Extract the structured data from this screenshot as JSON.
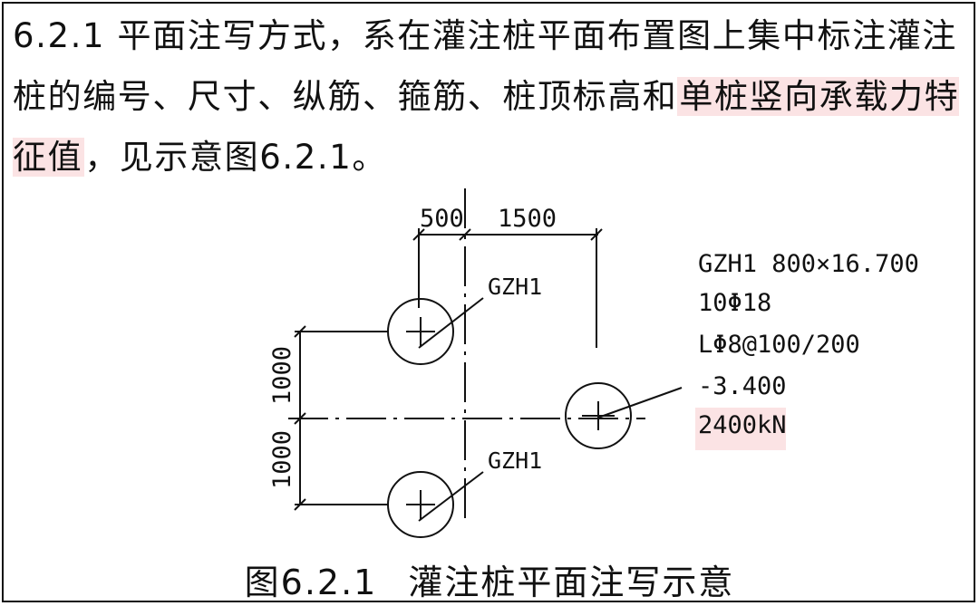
{
  "paragraph": {
    "part1": "6.2.1 平面注写方式，系在灌注桩平面布置图上集中标注灌注桩的编号、尺寸、纵筋、箍筋、桩顶标高和",
    "highlight": "单桩竖向承载力特征值",
    "part2": "，见示意图6.2.1。"
  },
  "drawing": {
    "dim_500": "500",
    "dim_1500": "1500",
    "dim_1000_top": "1000",
    "dim_1000_bottom": "1000",
    "pile_label_top": "GZH1",
    "pile_label_bottom": "GZH1",
    "annotation": {
      "line1": "GZH1 800×16.700",
      "line2": "10Φ18",
      "line3": "LΦ8@100/200",
      "line4": "-3.400",
      "line5": "2400kN"
    }
  },
  "caption": {
    "number": "图6.2.1",
    "text": "灌注桩平面注写示意"
  },
  "colors": {
    "highlight": "#fbe3e4",
    "ink": "#111111"
  }
}
